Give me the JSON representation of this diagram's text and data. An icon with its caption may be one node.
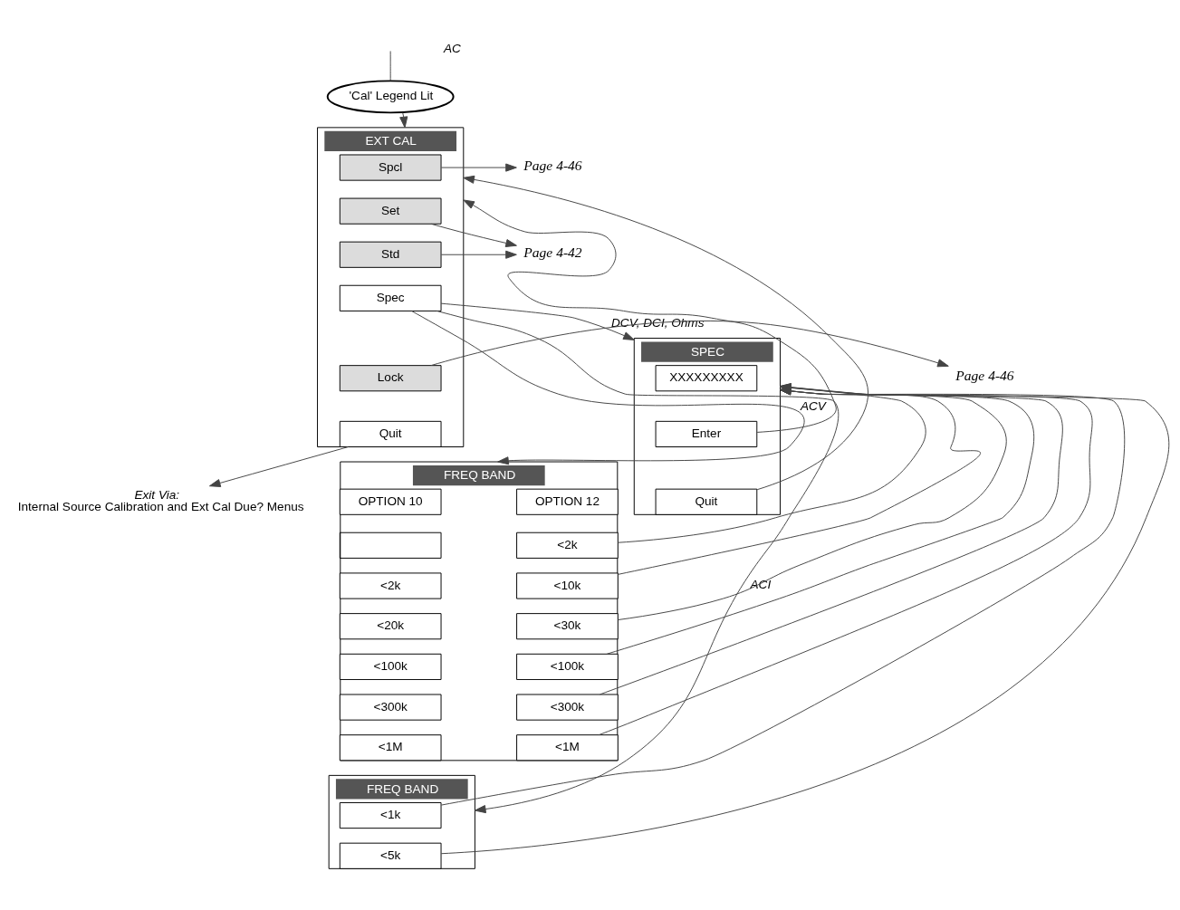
{
  "diagram": {
    "nodes": [
      {
        "text": [
          "'Cal' Legend Lit"
        ]
      },
      {
        "text": [
          "EXT CAL"
        ]
      },
      {
        "text": [
          "Spcl"
        ],
        "in": 1
      },
      {
        "text": [
          "Set"
        ],
        "in": 1
      },
      {
        "text": [
          "Std"
        ],
        "in": 1
      },
      {
        "text": [
          "Spec"
        ],
        "in": 1
      },
      {
        "text": [
          "Lock"
        ],
        "in": 1
      },
      {
        "text": [
          "Quit"
        ],
        "in": 1
      },
      {
        "text": [
          "Page 4-46"
        ]
      },
      {
        "text": [
          "Page 4-42"
        ]
      },
      {
        "text": [
          "Page 4-46"
        ]
      },
      {
        "text": [
          "Exit Via:",
          "Internal Source Calibration and Ext Cal Due? Menus"
        ]
      },
      {
        "text": [
          "SPEC"
        ]
      },
      {
        "text": [
          "XXXXXXXXX"
        ],
        "in": 12
      },
      {
        "text": [
          "Enter"
        ],
        "in": 12
      },
      {
        "text": [
          "Quit"
        ],
        "in": 12
      },
      {
        "text": [
          "FREQ BAND"
        ]
      },
      {
        "text": [
          "OPTION 10"
        ],
        "in": 16
      },
      {
        "text": [
          "OPTION 12"
        ],
        "in": 16
      },
      {
        "text": [],
        "shape": "box",
        "in": 16
      },
      {
        "text": [
          "<2k"
        ],
        "in": 16
      },
      {
        "text": [
          "<2k"
        ],
        "in": 16
      },
      {
        "text": [
          "<10k"
        ],
        "in": 16
      },
      {
        "text": [
          "<20k"
        ],
        "in": 16
      },
      {
        "text": [
          "<30k"
        ],
        "in": 16
      },
      {
        "text": [
          "<100k"
        ],
        "in": 16
      },
      {
        "text": [
          "<100k"
        ],
        "in": 16
      },
      {
        "text": [
          "<300k"
        ],
        "in": 16
      },
      {
        "text": [
          "<300k"
        ],
        "in": 16
      },
      {
        "text": [
          "<1M"
        ],
        "in": 16
      },
      {
        "text": [
          "<1M"
        ],
        "in": 16
      },
      {
        "text": [
          "FREQ BAND"
        ]
      },
      {
        "text": [
          "<1k"
        ],
        "in": 31
      },
      {
        "text": [
          "<5k"
        ],
        "in": 31
      }
    ],
    "edges": [
      {
        "from": null,
        "to": 0,
        "arrow": "none"
      },
      {
        "from": 0,
        "to": 1,
        "arrow": "to"
      },
      {
        "from": 2,
        "to": 8,
        "arrow": "to"
      },
      {
        "from": 3,
        "to": 9,
        "arrow": "to"
      },
      {
        "from": 4,
        "to": 9,
        "arrow": "to"
      },
      {
        "from": 6,
        "to": 10,
        "arrow": "to"
      },
      {
        "from": 7,
        "to": 11,
        "arrow": "to"
      },
      {
        "from": 5,
        "to": 12,
        "arrow": "to",
        "label": "DCV, DCI, Ohms"
      },
      {
        "from": 14,
        "to": 1,
        "arrow": "to"
      },
      {
        "from": 15,
        "to": 1,
        "arrow": "to"
      },
      {
        "from": 5,
        "to": 16,
        "arrow": "to",
        "label": "ACV"
      },
      {
        "from": 5,
        "to": 31,
        "arrow": "to",
        "label": "ACI"
      },
      {
        "from": 20,
        "to": 12,
        "arrow": "to"
      },
      {
        "from": 22,
        "to": 12,
        "arrow": "to"
      },
      {
        "from": 24,
        "to": 12,
        "arrow": "to"
      },
      {
        "from": 26,
        "to": 12,
        "arrow": "to"
      },
      {
        "from": 28,
        "to": 12,
        "arrow": "to"
      },
      {
        "from": 30,
        "to": 12,
        "arrow": "to"
      },
      {
        "from": 32,
        "to": 12,
        "arrow": "to"
      },
      {
        "from": 33,
        "to": 12,
        "arrow": "to"
      }
    ],
    "labels": [
      "AC"
    ]
  }
}
